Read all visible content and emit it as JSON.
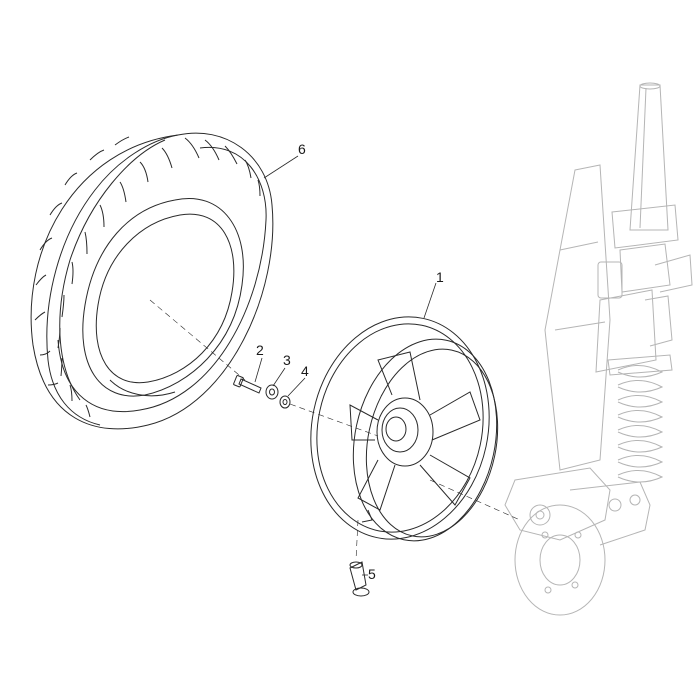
{
  "diagram": {
    "callouts": [
      {
        "id": "1",
        "label": "1",
        "part": "rim"
      },
      {
        "id": "2",
        "label": "2",
        "part": "bolt"
      },
      {
        "id": "3",
        "label": "3",
        "part": "washer"
      },
      {
        "id": "4",
        "label": "4",
        "part": "washer-small"
      },
      {
        "id": "5",
        "label": "5",
        "part": "valve"
      },
      {
        "id": "6",
        "label": "6",
        "part": "tyre"
      }
    ],
    "colors": {
      "line": "#2a2a2a",
      "faded": "#b5b5b5",
      "background": "#ffffff"
    }
  }
}
